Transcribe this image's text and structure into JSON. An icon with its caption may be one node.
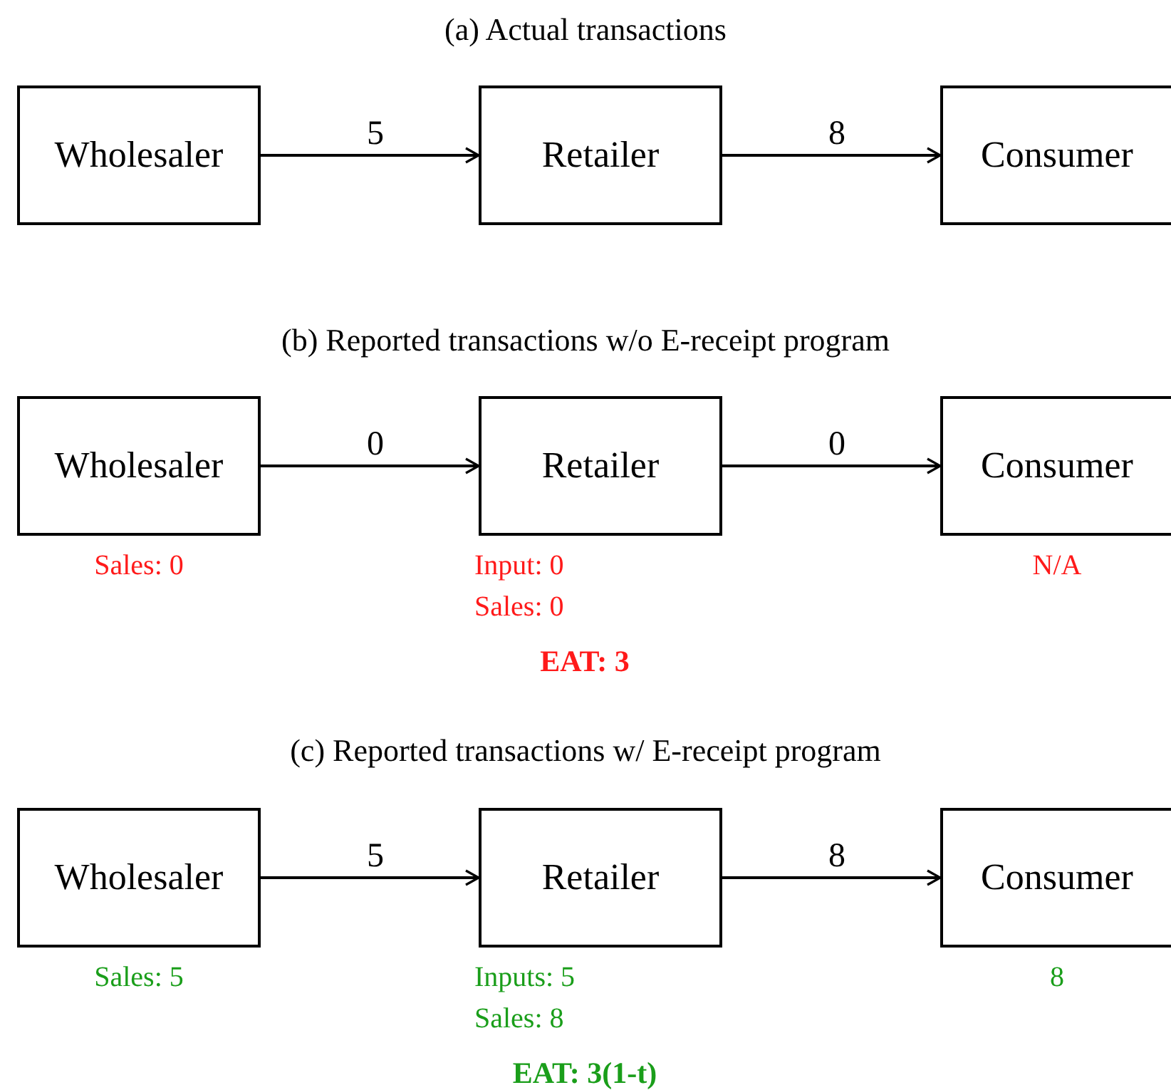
{
  "diagram": {
    "nodes": [
      {
        "text": [
          "Wholesaler"
        ]
      },
      {
        "text": [
          "Retailer"
        ]
      },
      {
        "text": [
          "Consumer"
        ]
      },
      {
        "text": [
          "Wholesaler"
        ],
        "beside": [
          "Sales: 0"
        ]
      },
      {
        "text": [
          "Retailer"
        ],
        "beside": [
          "Input: 0",
          "Sales: 0",
          "EAT: 3"
        ]
      },
      {
        "text": [
          "Consumer"
        ],
        "beside": [
          "N/A"
        ]
      },
      {
        "text": [
          "Wholesaler"
        ],
        "beside": [
          "Sales: 5"
        ]
      },
      {
        "text": [
          "Retailer"
        ],
        "beside": [
          "Inputs: 5",
          "Sales: 8",
          "EAT: 3(1-t)"
        ]
      },
      {
        "text": [
          "Consumer"
        ],
        "beside": [
          "8"
        ]
      }
    ],
    "edges": [
      {
        "from": 0,
        "to": 1,
        "arrow": "to",
        "label": "5"
      },
      {
        "from": 1,
        "to": 2,
        "arrow": "to",
        "label": "8"
      },
      {
        "from": 3,
        "to": 4,
        "arrow": "to",
        "label": "0"
      },
      {
        "from": 4,
        "to": 5,
        "arrow": "to",
        "label": "0"
      },
      {
        "from": 6,
        "to": 7,
        "arrow": "to",
        "label": "5"
      },
      {
        "from": 7,
        "to": 8,
        "arrow": "to",
        "label": "8"
      }
    ],
    "labels": [
      "(a) Actual transactions",
      "(b) Reported transactions w/o E-receipt program",
      "(c) Reported transactions w/ E-receipt program"
    ]
  }
}
